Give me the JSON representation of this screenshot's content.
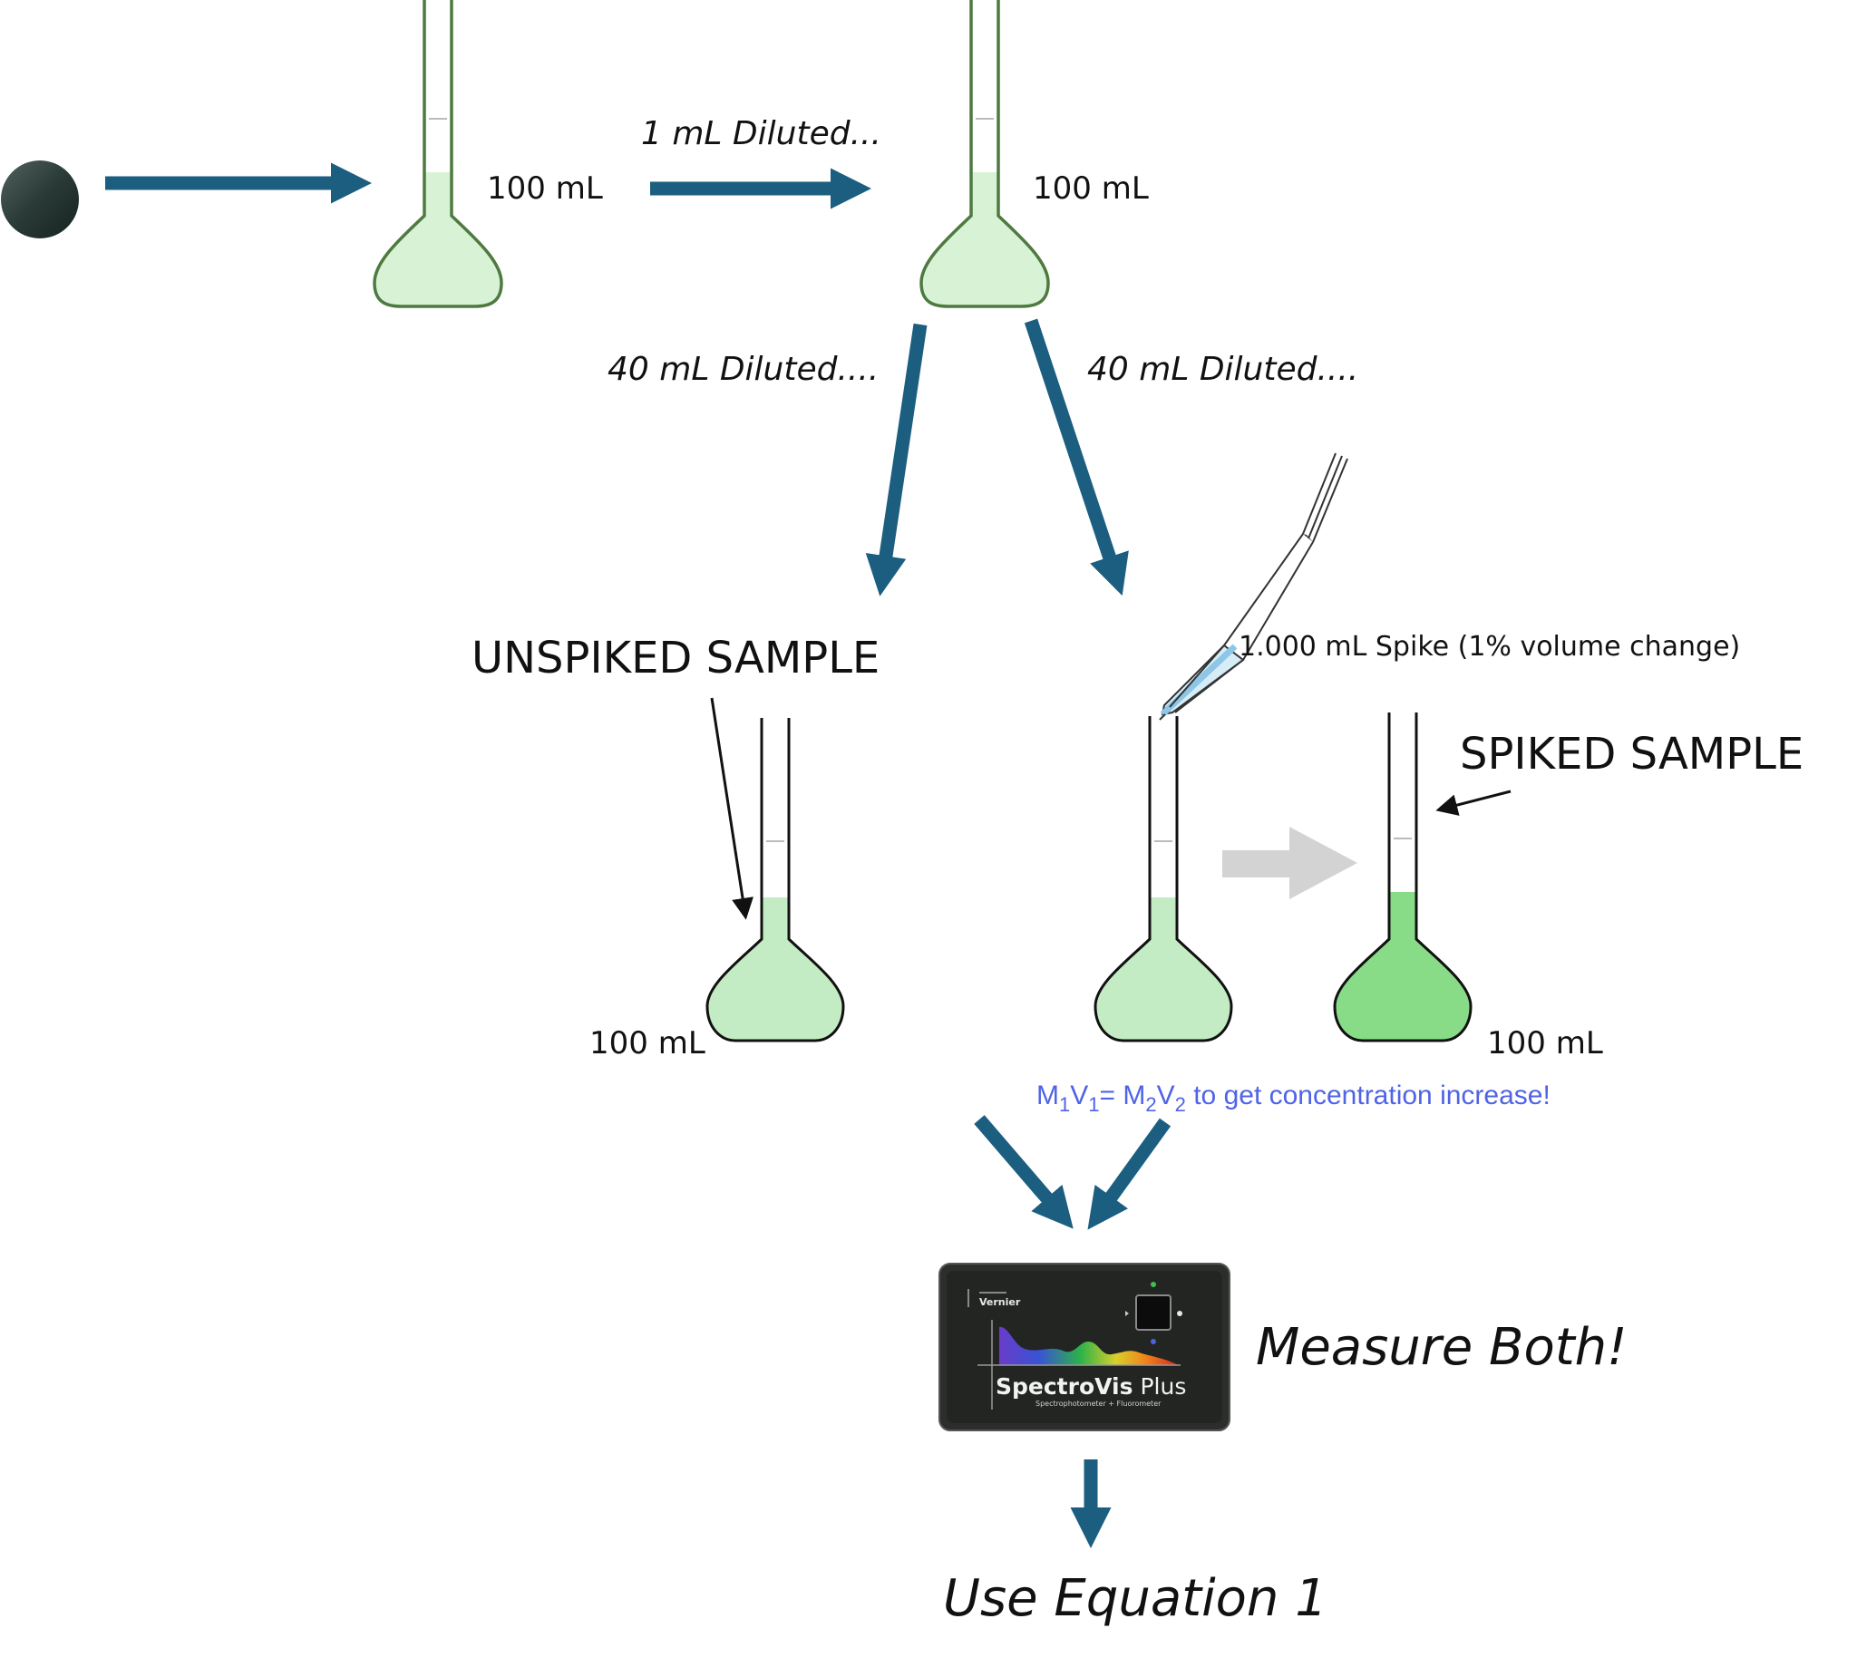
{
  "colors": {
    "arrow": "#1b5e80",
    "flask_outline": "#4e7a40",
    "solution_light": "#c4ecc4",
    "solution_dark": "#88dc88",
    "gray_arrow": "#d3d3d3",
    "equation_text": "#4f63e6",
    "sphere": "#2a3a36",
    "device_body": "#2c2e2c"
  },
  "icons": [
    "sphere-icon",
    "volumetric-flask-icon",
    "pipette-icon",
    "spectrometer-icon"
  ],
  "labels": {
    "flask_volume_1": "100 mL",
    "flask_volume_2": "100 mL",
    "flask_volume_3": "100 mL",
    "flask_volume_4": "100 mL",
    "step_1ml": "1 mL Diluted...",
    "step_40ml_left": "40 mL Diluted....",
    "step_40ml_right": "40 mL Diluted....",
    "unspiked": "UNSPIKED SAMPLE",
    "spiked": "SPIKED SAMPLE",
    "spike": "1.000 mL Spike (1% volume change)",
    "eq_M1": "M",
    "eq_sub1a": "1",
    "eq_V1": "V",
    "eq_sub1b": "1",
    "eq_mid": "= M",
    "eq_sub2a": "2",
    "eq_V2": "V",
    "eq_sub2b": "2",
    "eq_tail": " to get concentration increase!",
    "measure": "Measure Both!",
    "use_equation": "Use Equation 1"
  },
  "device": {
    "brand": "Vernier",
    "product_main": "SpectroVis",
    "product_suffix": " Plus",
    "product_sub": "Spectrophotometer + Fluorometer"
  }
}
